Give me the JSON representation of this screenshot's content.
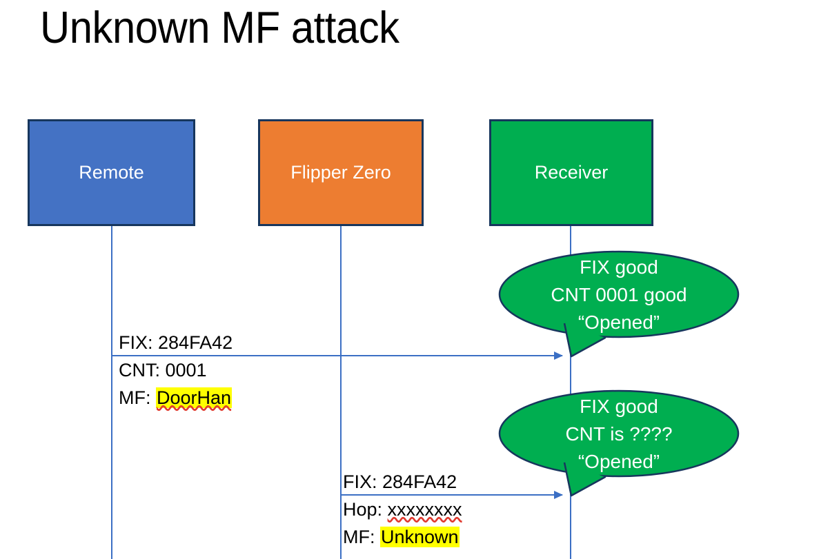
{
  "slide": {
    "title": "Unknown MF attack",
    "background": "#FFFFFF"
  },
  "colors": {
    "remote_fill": "#4472C4",
    "flipper_fill": "#ED7D31",
    "receiver_fill": "#00AE50",
    "box_border": "#17365D",
    "lifeline": "#3B6FC4",
    "arrow": "#3B6FC4",
    "bubble_fill": "#00AE50",
    "bubble_border": "#17365D",
    "highlight": "#FFFF00",
    "spellcheck_underline": "#E03A2F",
    "text_dark": "#000000",
    "text_light": "#FFFFFF"
  },
  "actors": [
    {
      "id": "remote",
      "label": "Remote"
    },
    {
      "id": "flipper",
      "label": "Flipper Zero"
    },
    {
      "id": "receiver",
      "label": "Receiver"
    }
  ],
  "messages": [
    {
      "id": "msg-1",
      "from": "remote",
      "to": "receiver",
      "lines": [
        {
          "prefix": "FIX: ",
          "value": "284FA42",
          "highlight": false,
          "spellcheck_error": false
        },
        {
          "prefix": "CNT: ",
          "value": "0001",
          "highlight": false,
          "spellcheck_error": false
        },
        {
          "prefix": "MF: ",
          "value": "DoorHan",
          "highlight": true,
          "spellcheck_error": true
        }
      ]
    },
    {
      "id": "msg-2",
      "from": "flipper",
      "to": "receiver",
      "lines": [
        {
          "prefix": "FIX: ",
          "value": "284FA42",
          "highlight": false,
          "spellcheck_error": false
        },
        {
          "prefix": "Hop: ",
          "value": "xxxxxxxx",
          "highlight": false,
          "spellcheck_error": true
        },
        {
          "prefix": "MF: ",
          "value": "Unknown",
          "highlight": true,
          "spellcheck_error": false
        }
      ]
    }
  ],
  "bubbles": [
    {
      "id": "bubble-1",
      "owner": "receiver",
      "lines": [
        "FIX good",
        "CNT 0001 good",
        "“Opened”"
      ]
    },
    {
      "id": "bubble-2",
      "owner": "receiver",
      "lines": [
        "FIX good",
        "CNT is ????",
        "“Opened”"
      ]
    }
  ]
}
